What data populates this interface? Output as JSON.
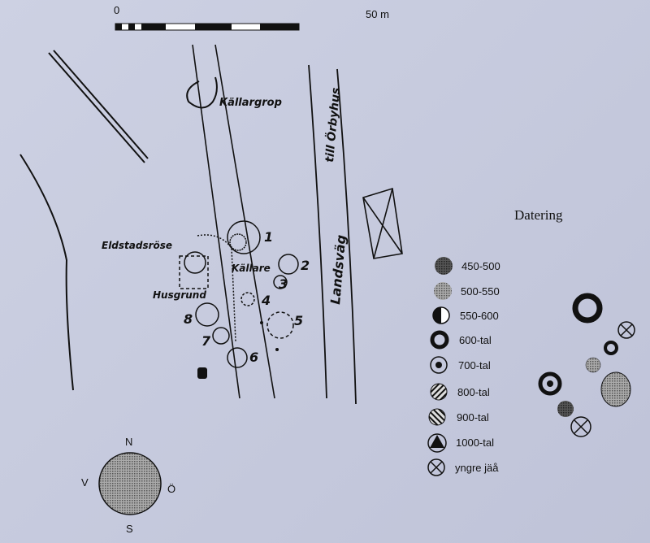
{
  "scale": {
    "start": "0",
    "end": "50 m"
  },
  "map_labels": {
    "kallargrop": "Källargrop",
    "road": "Landsväg",
    "road_dest": "till Örbyhus",
    "eldstadsrose": "Eldstadsröse",
    "kallare": "Källare",
    "husgrund": "Husgrund",
    "numbers": [
      "1",
      "2",
      "3",
      "4",
      "5",
      "6",
      "7",
      "8"
    ]
  },
  "compass": {
    "n": "N",
    "s": "S",
    "w": "V",
    "e": "Ö"
  },
  "legend": {
    "title": "Datering",
    "items": [
      {
        "label": "450-500",
        "symbol": "dark-stipple"
      },
      {
        "label": "500-550",
        "symbol": "light-stipple"
      },
      {
        "label": "550-600",
        "symbol": "half-filled"
      },
      {
        "label": "600-tal",
        "symbol": "thick-ring"
      },
      {
        "label": "700-tal",
        "symbol": "dot-ring"
      },
      {
        "label": "800-tal",
        "symbol": "hatch-right"
      },
      {
        "label": "900-tal",
        "symbol": "hatch-left"
      },
      {
        "label": "1000-tal",
        "symbol": "triangle"
      },
      {
        "label": "yngre jäå",
        "symbol": "cross-circle"
      }
    ]
  }
}
